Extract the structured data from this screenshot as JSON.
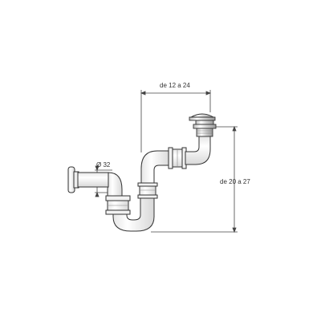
{
  "dimensions": {
    "width_label": "de 12 a 24",
    "height_label": "de 20 a 27",
    "diameter_label": "Ø 32"
  },
  "colors": {
    "line": "#333333",
    "dimension_line": "#444444",
    "pipe_fill": "#ffffff",
    "pipe_shade": "#dcdcdc"
  }
}
